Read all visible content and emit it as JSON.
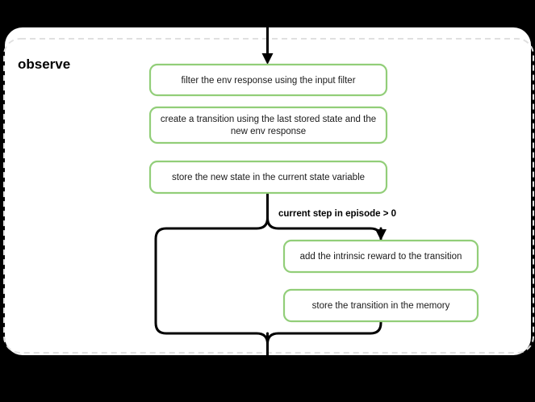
{
  "diagram": {
    "background_color": "#000000",
    "group": {
      "title": "observe",
      "panel_color": "#ffffff",
      "border_color": "#e0e0e0",
      "border_style": "dashed"
    },
    "node_border_color": "#92ce79",
    "connector_color": "#000000",
    "nodes": [
      {
        "id": "n1",
        "label": "filter the env response using the input filter",
        "lines": [
          "filter the env response using the input filter"
        ]
      },
      {
        "id": "n2",
        "label": "create a transition using the last stored state and the new env response",
        "lines": [
          "create a transition using the last stored state and the",
          "new env response"
        ]
      },
      {
        "id": "n3",
        "label": "store the new state in the current state variable",
        "lines": [
          "store the new state in the current state variable"
        ]
      },
      {
        "id": "n4",
        "label": "add the intrinsic reward to the transition",
        "lines": [
          "add the intrinsic reward to the transition"
        ]
      },
      {
        "id": "n5",
        "label": "store the transition in the memory",
        "lines": [
          "store the transition in the memory"
        ]
      }
    ],
    "edge_labels": [
      {
        "id": "e1",
        "text": "current step in episode > 0"
      }
    ]
  }
}
